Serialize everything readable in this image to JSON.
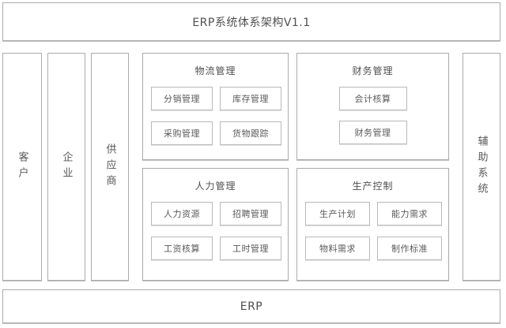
{
  "title": "ERP系统体系架构V1.1",
  "footer": "ERP",
  "left_columns": [
    {
      "label": "客户"
    },
    {
      "label": "企业"
    },
    {
      "label": "供应商"
    }
  ],
  "right_column": {
    "label": "辅助系统"
  },
  "sections": [
    {
      "title": "物流管理",
      "items": [
        "分销管理",
        "库存管理",
        "采购管理",
        "货物跟踪"
      ]
    },
    {
      "title": "财务管理",
      "items": [
        "会计核算",
        "财务管理"
      ]
    },
    {
      "title": "人力管理",
      "items": [
        "人力资源",
        "招聘管理",
        "工资核算",
        "工时管理"
      ]
    },
    {
      "title": "生产控制",
      "items": [
        "生产计划",
        "能力需求",
        "物料需求",
        "制作标准"
      ]
    }
  ],
  "colors": {
    "border": "#ababab",
    "inner_border": "#b9b9b9",
    "text": "#4f4f4f",
    "label_text": "#595959",
    "background": "#ffffff"
  }
}
